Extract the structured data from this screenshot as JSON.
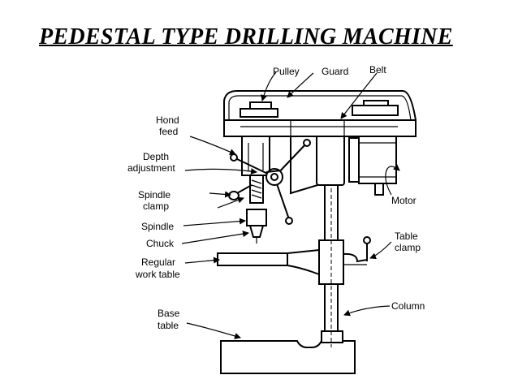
{
  "title": "PEDESTAL  TYPE  DRILLING  MACHINE",
  "labels": {
    "pulley": "Pulley",
    "guard": "Guard",
    "belt": "Belt",
    "hand_feed_1": "Hond",
    "hand_feed_2": "feed",
    "depth_1": "Depth",
    "depth_2": "adjustment",
    "spindle_clamp_1": "Spindle",
    "spindle_clamp_2": "clamp",
    "spindle": "Spindle",
    "chuck": "Chuck",
    "work_table_1": "Regular",
    "work_table_2": "work table",
    "base_1": "Base",
    "base_2": "table",
    "motor": "Motor",
    "table_clamp_1": "Table",
    "table_clamp_2": "clamp",
    "column": "Column"
  }
}
